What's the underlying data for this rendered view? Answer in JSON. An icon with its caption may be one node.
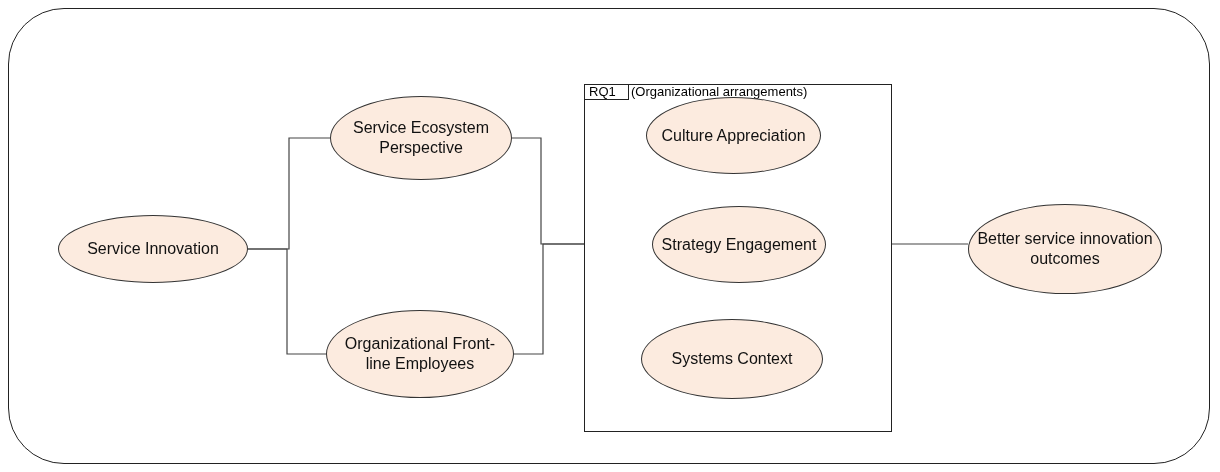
{
  "diagram": {
    "nodes": [
      {
        "text": [
          "Service Innovation"
        ]
      },
      {
        "text": [
          "Service Ecosystem Perspective"
        ]
      },
      {
        "text": [
          "Organizational Front-line Employees"
        ]
      },
      {
        "text": [
          "RQ1",
          "(Organizational arrangements)"
        ]
      },
      {
        "text": [
          "Culture Appreciation"
        ],
        "in": 3
      },
      {
        "text": [
          "Strategy Engagement"
        ],
        "in": 3
      },
      {
        "text": [
          "Systems Context"
        ],
        "in": 3
      },
      {
        "text": [
          "Better service innovation outcomes"
        ]
      }
    ],
    "edges": [
      {
        "from": 0,
        "to": 1,
        "arrow": "none"
      },
      {
        "from": 0,
        "to": 2,
        "arrow": "none"
      },
      {
        "from": 1,
        "to": 3,
        "arrow": "none"
      },
      {
        "from": 2,
        "to": 3,
        "arrow": "none"
      },
      {
        "from": 3,
        "to": 7,
        "arrow": "none"
      }
    ]
  }
}
